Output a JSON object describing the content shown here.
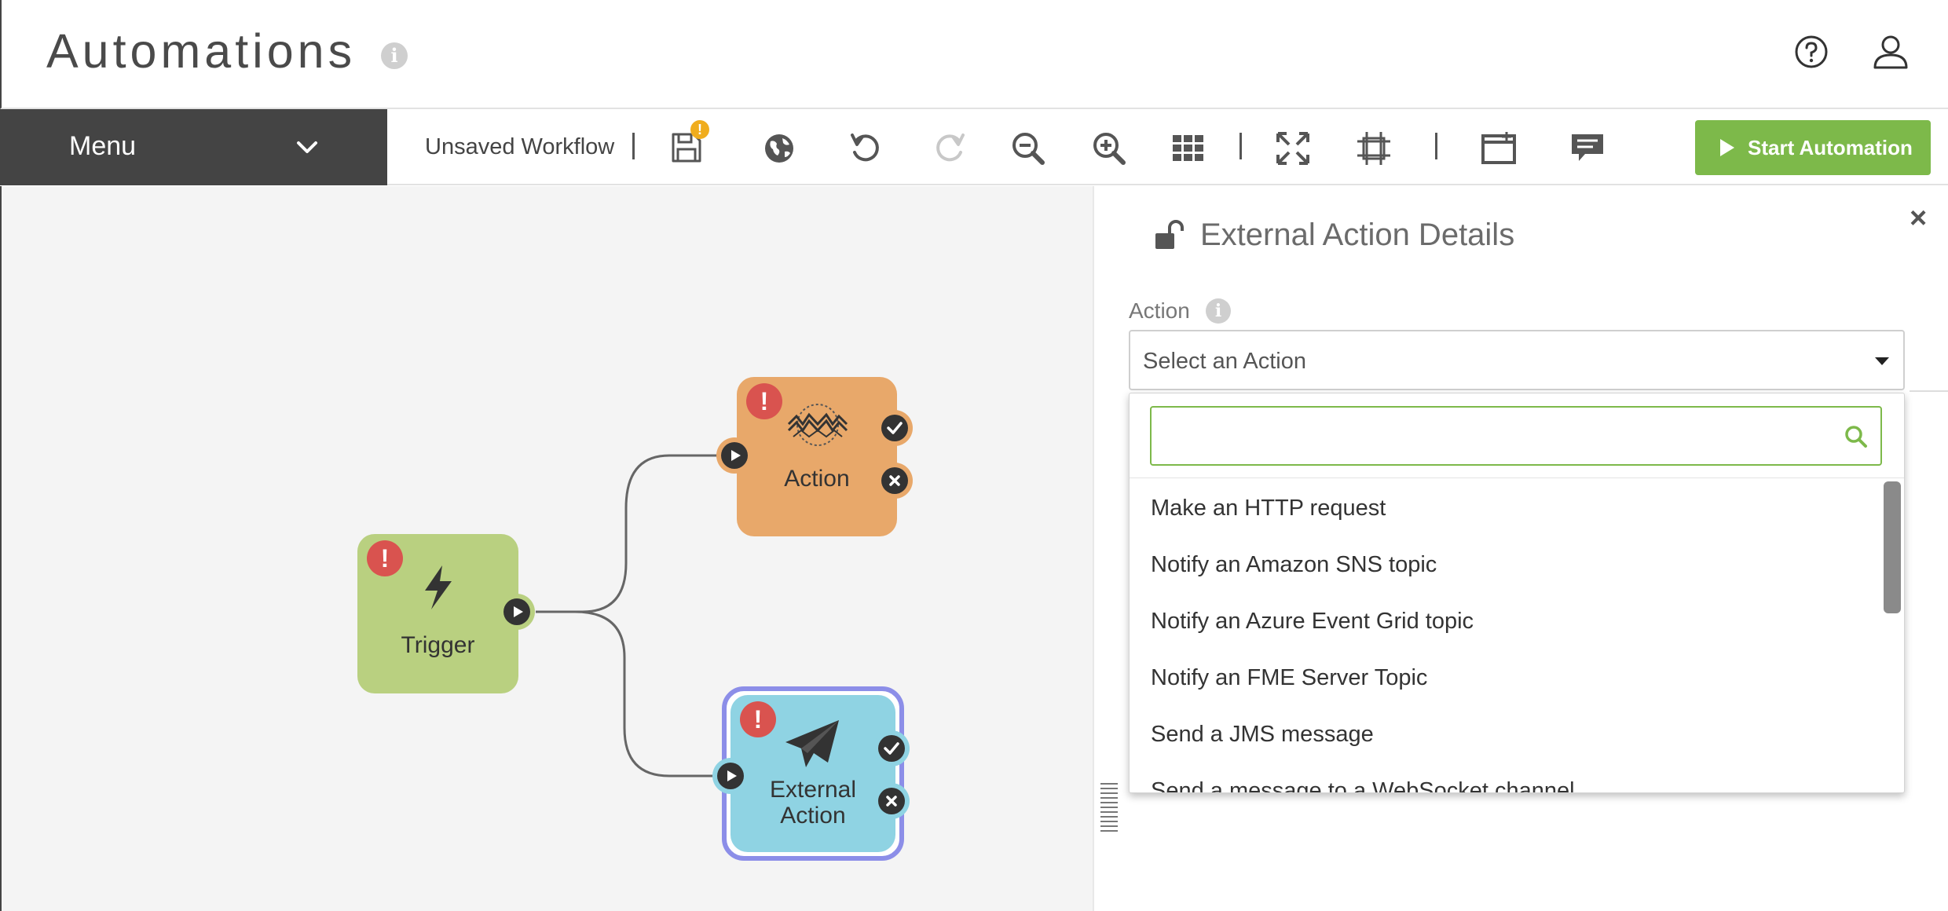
{
  "header": {
    "title": "Automations",
    "info_glyph": "i",
    "help_icon": "help-circle-icon",
    "user_icon": "user-icon"
  },
  "menu": {
    "label": "Menu"
  },
  "toolbar": {
    "workflow_name": "Unsaved Workflow",
    "start_label": "Start Automation",
    "accent": "#7db94a",
    "warning_color": "#f0ad1e"
  },
  "canvas": {
    "nodes": {
      "trigger": {
        "label": "Trigger",
        "color": "#b9d080",
        "error_glyph": "!"
      },
      "action": {
        "label": "Action",
        "color": "#e8a86a",
        "error_glyph": "!"
      },
      "external_action": {
        "label_line1": "External",
        "label_line2": "Action",
        "color": "#8fd3e3",
        "border": "#8c8ee8",
        "error_glyph": "!"
      }
    },
    "error_color": "#d9534f"
  },
  "panel": {
    "title": "External Action Details",
    "close_glyph": "×",
    "field_label": "Action",
    "info_glyph": "i",
    "select_value": "Select an Action",
    "dropdown": {
      "search_placeholder": "",
      "items": [
        "Make an HTTP request",
        "Notify an Amazon SNS topic",
        "Notify an Azure Event Grid topic",
        "Notify an FME Server Topic",
        "Send a JMS message",
        "Send a message to a WebSocket channel"
      ]
    }
  }
}
